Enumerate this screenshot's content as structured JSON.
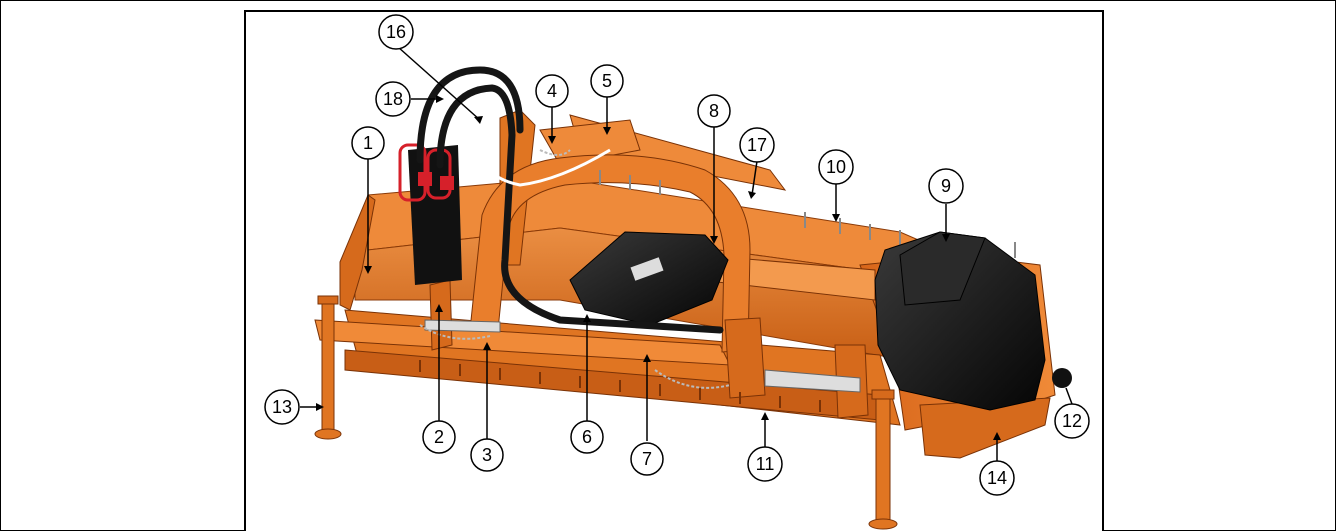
{
  "callouts": [
    {
      "id": "c1",
      "number": "1"
    },
    {
      "id": "c2",
      "number": "2"
    },
    {
      "id": "c3",
      "number": "3"
    },
    {
      "id": "c4",
      "number": "4"
    },
    {
      "id": "c5",
      "number": "5"
    },
    {
      "id": "c6",
      "number": "6"
    },
    {
      "id": "c7",
      "number": "7"
    },
    {
      "id": "c8",
      "number": "8"
    },
    {
      "id": "c9",
      "number": "9"
    },
    {
      "id": "c10",
      "number": "10"
    },
    {
      "id": "c11",
      "number": "11"
    },
    {
      "id": "c12",
      "number": "12"
    },
    {
      "id": "c13",
      "number": "13"
    },
    {
      "id": "c14",
      "number": "14"
    },
    {
      "id": "c16",
      "number": "16"
    },
    {
      "id": "c17",
      "number": "17"
    },
    {
      "id": "c18",
      "number": "18"
    }
  ],
  "colors": {
    "machine_orange": "#E8731E",
    "machine_orange_dark": "#B85512",
    "machine_orange_light": "#F4A160",
    "black_parts": "#111111",
    "hose_black": "#1a1a1a",
    "valve_red": "#D6202A",
    "outline": "#000000"
  }
}
